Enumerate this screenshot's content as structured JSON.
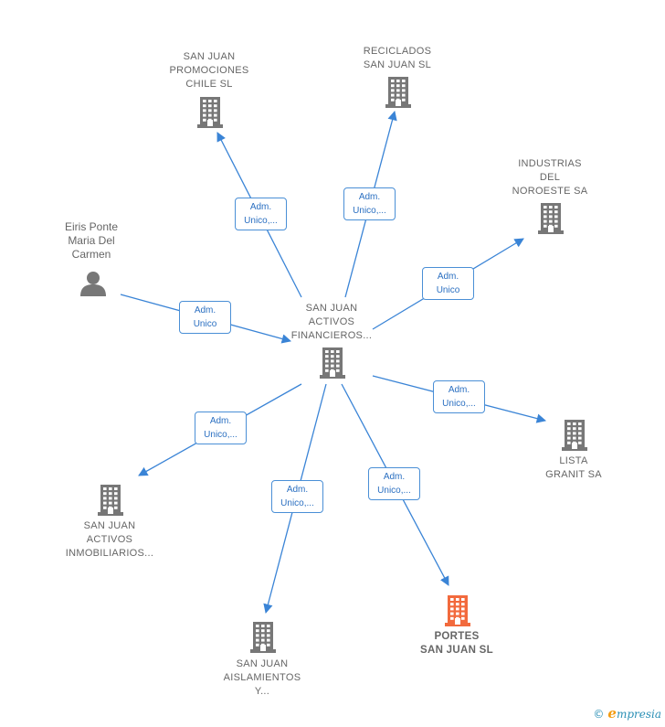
{
  "colors": {
    "edge": "#3a84d6",
    "edge_box_border": "#4a8fd6",
    "edge_text": "#2a6fc1",
    "node_icon": "#777777",
    "node_icon_highlight": "#f26a3d",
    "label_text": "#666666"
  },
  "nodes": [
    {
      "id": "center",
      "icon": "building-icon",
      "label": "SAN JUAN\nACTIVOS\nFINANCIEROS..."
    },
    {
      "id": "promociones",
      "icon": "building-icon",
      "label": "SAN JUAN\nPROMOCIONES\nCHILE  SL"
    },
    {
      "id": "reciclados",
      "icon": "building-icon",
      "label": "RECICLADOS\nSAN JUAN  SL"
    },
    {
      "id": "industrias",
      "icon": "building-icon",
      "label": "INDUSTRIAS\nDEL\nNOROESTE SA"
    },
    {
      "id": "person",
      "icon": "person-icon",
      "label": "Eiris Ponte\nMaria Del\nCarmen"
    },
    {
      "id": "lista",
      "icon": "building-icon",
      "label": "LISTA\nGRANIT SA"
    },
    {
      "id": "inmobiliarios",
      "icon": "building-icon",
      "label": "SAN JUAN\nACTIVOS\nINMOBILIARIOS..."
    },
    {
      "id": "aislamientos",
      "icon": "building-icon",
      "label": "SAN JUAN\nAISLAMIENTOS\nY..."
    },
    {
      "id": "portes",
      "icon": "building-icon",
      "label": "PORTES\nSAN JUAN  SL",
      "highlight": true
    }
  ],
  "edges": [
    {
      "from": "center",
      "to": "promociones",
      "label": "Adm.\nUnico,..."
    },
    {
      "from": "center",
      "to": "reciclados",
      "label": "Adm.\nUnico,..."
    },
    {
      "from": "center",
      "to": "industrias",
      "label": "Adm.\nUnico"
    },
    {
      "from": "person",
      "to": "center",
      "label": "Adm.\nUnico"
    },
    {
      "from": "center",
      "to": "lista",
      "label": "Adm.\nUnico,..."
    },
    {
      "from": "center",
      "to": "inmobiliarios",
      "label": "Adm.\nUnico,..."
    },
    {
      "from": "center",
      "to": "aislamientos",
      "label": "Adm.\nUnico,..."
    },
    {
      "from": "center",
      "to": "portes",
      "label": "Adm.\nUnico,..."
    }
  ],
  "footer": {
    "copyright": "©",
    "brand_initial": "e",
    "brand_rest": "mpresia"
  }
}
